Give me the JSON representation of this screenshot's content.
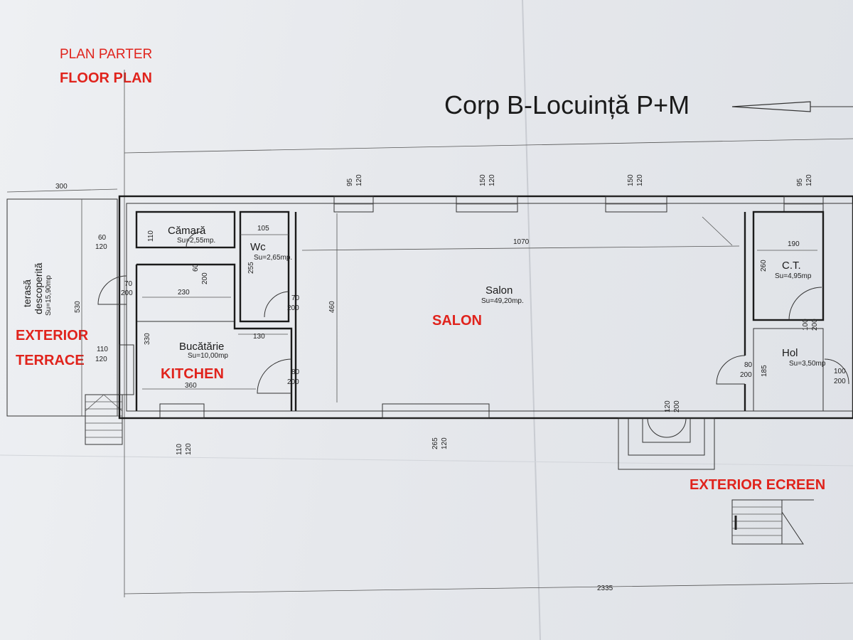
{
  "annotations": {
    "plan_parter": "PLAN PARTER",
    "floor_plan": "FLOOR PLAN",
    "exterior": "EXTERIOR",
    "terrace": "TERRACE",
    "kitchen": "KITCHEN",
    "salon": "SALON",
    "exterior_screen": "EXTERIOR ECREEN"
  },
  "title": "Corp B-Locuință P+M",
  "rooms": {
    "camara": {
      "name": "Cămară",
      "area": "Su=2,55mp."
    },
    "wc": {
      "name": "Wc",
      "area": "Su=2,65mp."
    },
    "bucatarie": {
      "name": "Bucătărie",
      "area": "Su=10,00mp"
    },
    "salon": {
      "name": "Salon",
      "area": "Su=49,20mp."
    },
    "ct": {
      "name": "C.T.",
      "area": "Su=4,95mp"
    },
    "hol": {
      "name": "Hol",
      "area": "Su=3,50mp"
    },
    "terasa": {
      "name1": "terasă",
      "name2": "descoperită",
      "area": "Su=15,90mp"
    }
  },
  "dimensions": {
    "d300": "300",
    "d60": "60",
    "d120": "120",
    "d110": "110",
    "d70": "70",
    "d200": "200",
    "d230": "230",
    "d530": "530",
    "d330": "330",
    "d360": "360",
    "d130": "130",
    "d80": "80",
    "d105": "105",
    "d255": "255",
    "d95": "95",
    "d150": "150",
    "d1070": "1070",
    "d460": "460",
    "d190": "190",
    "d260": "260",
    "d100": "100",
    "d185": "185",
    "d265": "265",
    "d2335": "2335"
  }
}
